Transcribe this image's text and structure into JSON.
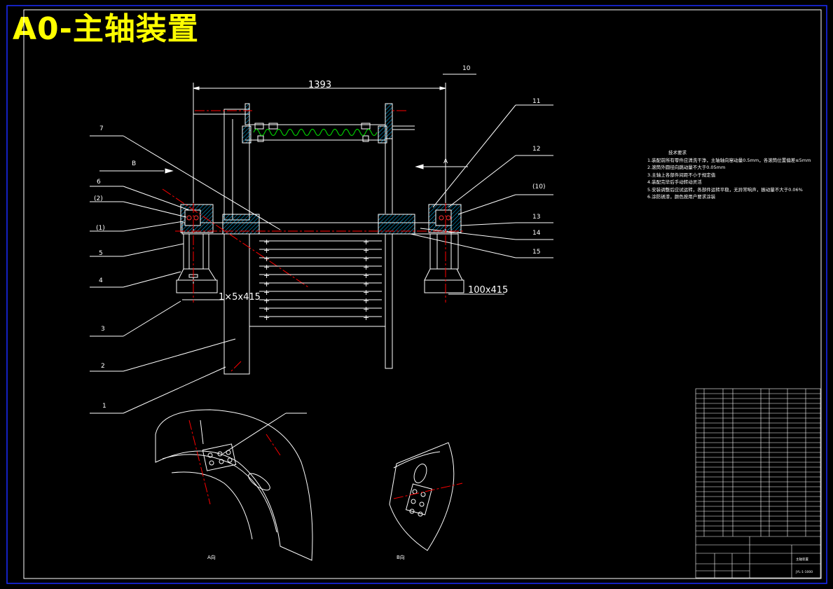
{
  "title": "A0-主轴装置",
  "dimensions": {
    "overall": "1393",
    "left_bolt": "1×5x415",
    "right_bolt": "100x415"
  },
  "callouts": {
    "c1": "1",
    "c2": "2",
    "c3": "3",
    "c4": "4",
    "c5": "5",
    "c6": "6",
    "c7": "7",
    "c10": "10",
    "c11": "11",
    "c12": "12",
    "c13": "13",
    "c14": "14",
    "c15": "15",
    "p1": "(1)",
    "p2": "(2)",
    "p10": "(10)"
  },
  "view_marks": {
    "b": "B",
    "a": "A",
    "view_a": "A向",
    "view_b": "B向"
  },
  "tech_notes": {
    "heading": "技术要求",
    "lines": [
      "1.装配前所有零件应清洗干净，主轴轴向窜动量0.5mm，各滚筒位置偏差≤5mm",
      "2.滚筒外圆径向跳动量不大于0.05mm",
      "3.主轴上各部件间距不小于规定值",
      "4.装配完毕后手动转动灵活",
      "5.安装调整后应试运转，各部件运转平稳，无异常响声，振动量不大于0.06%",
      "6.涂防锈漆，颜色按用户要求涂装"
    ]
  },
  "title_block": {
    "drawing_no": "JYL-1-1000",
    "drawing_name": "主轴装置"
  },
  "colors": {
    "background": "#000000",
    "line": "#ffffff",
    "title": "#ffff00",
    "centerline": "#ff0000",
    "hatch": "#00bfff",
    "spring": "#00c800",
    "dim": "#ffffff"
  }
}
